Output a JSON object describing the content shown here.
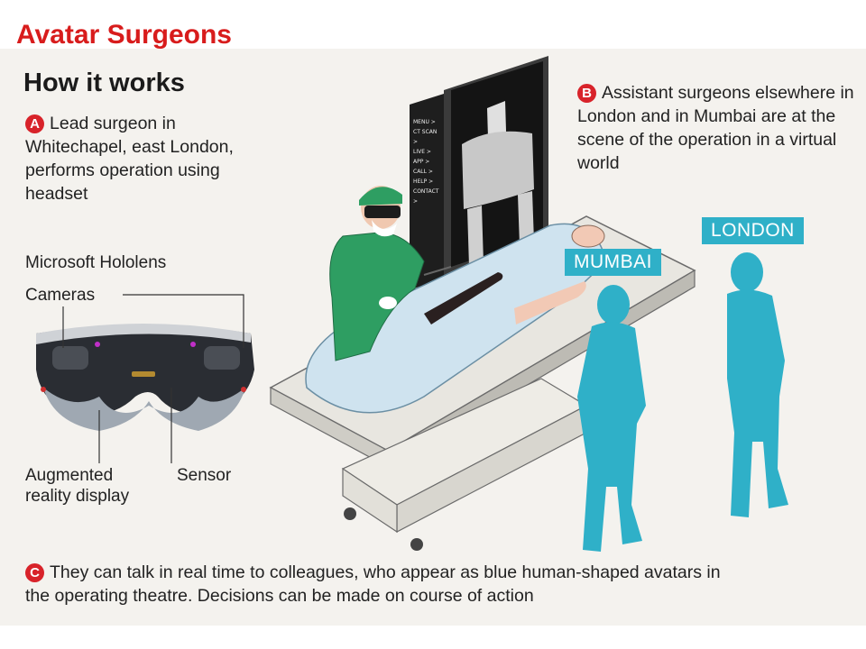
{
  "slide": {
    "title": "Avatar Surgeons"
  },
  "infographic": {
    "heading": "How it works",
    "step_a": {
      "badge": "A",
      "text": "Lead surgeon in Whitechapel, east London, performs operation using headset"
    },
    "step_b": {
      "badge": "B",
      "text": "Assistant surgeons elsewhere in London and in Mumbai are at the scene of the operation in a virtual world"
    },
    "step_c": {
      "badge": "C",
      "text": "They can talk in real time to colleagues, who appear as blue human-shaped avatars in the operating theatre. Decisions can be made on course of action"
    },
    "hololens": {
      "title": "Microsoft Hololens",
      "labels": {
        "cameras": "Cameras",
        "ar_display": "Augmented reality display",
        "sensor": "Sensor"
      }
    },
    "locations": {
      "london": "LONDON",
      "mumbai": "MUMBAI"
    },
    "screen_menu": [
      "MENU >",
      "CT SCAN >",
      "LIVE >",
      "APP >",
      "CALL >",
      "HELP >",
      "CONTACT >"
    ]
  },
  "colors": {
    "title_red": "#d81c1c",
    "badge_red": "#d8232a",
    "avatar_blue": "#2fb0c8",
    "scrubs_green": "#2e9e62",
    "sheet_blue": "#cfe3ef"
  }
}
